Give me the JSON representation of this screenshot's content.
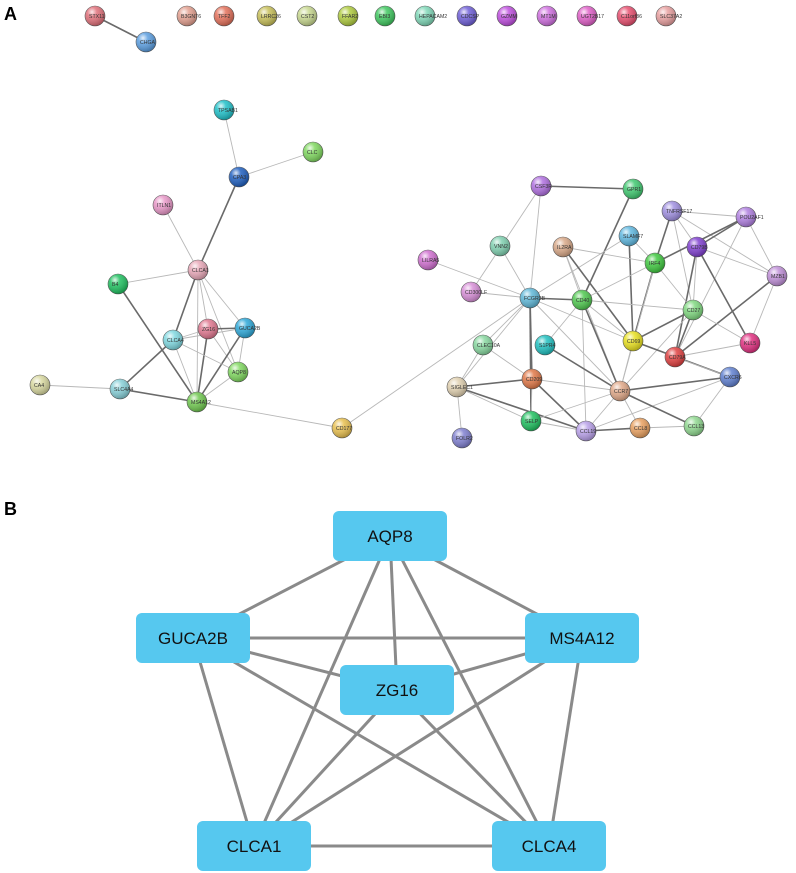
{
  "panel_a": {
    "letter": "A",
    "nodes": [
      {
        "id": "STX11",
        "label": "STX11",
        "color": "#e0707a"
      },
      {
        "id": "CHGA",
        "label": "CHGA",
        "color": "#5b9ee0"
      },
      {
        "id": "B3GNT6",
        "label": "B3GNT6",
        "color": "#e3a090"
      },
      {
        "id": "TFF2",
        "label": "TFF2",
        "color": "#e3705a"
      },
      {
        "id": "LRRC26",
        "label": "LRRC26",
        "color": "#c8c05a"
      },
      {
        "id": "CST2",
        "label": "CST2",
        "color": "#c8d890"
      },
      {
        "id": "FFAR2",
        "label": "FFAR2",
        "color": "#b0cc40"
      },
      {
        "id": "EBI3",
        "label": "EBI3",
        "color": "#40c860"
      },
      {
        "id": "HEPACAM2",
        "label": "HEPACAM2",
        "color": "#80d8b8"
      },
      {
        "id": "CDCSP",
        "label": "CDCSP",
        "color": "#7060d8"
      },
      {
        "id": "GZMM",
        "label": "GZMM",
        "color": "#c050e0"
      },
      {
        "id": "MT1M",
        "label": "MT1M",
        "color": "#d070e0"
      },
      {
        "id": "UGT2B17",
        "label": "UGT2B17",
        "color": "#e060c8"
      },
      {
        "id": "C11orf86",
        "label": "C11orf86",
        "color": "#e85070"
      },
      {
        "id": "SLC37A2",
        "label": "SLC37A2",
        "color": "#e8a0a0"
      },
      {
        "id": "TPSAB1",
        "label": "TPSAB1",
        "color": "#20c0c8"
      },
      {
        "id": "CLC",
        "label": "CLC",
        "color": "#80d860"
      },
      {
        "id": "CPA3",
        "label": "CPA3",
        "color": "#2060c0"
      },
      {
        "id": "ITLN1",
        "label": "ITLN1",
        "color": "#e898c8"
      },
      {
        "id": "CLCA1",
        "label": "CLCA1",
        "color": "#e8a8b8"
      },
      {
        "id": "B4",
        "label": "B4",
        "color": "#20c060"
      },
      {
        "id": "ZG16",
        "label": "ZG16",
        "color": "#e07890"
      },
      {
        "id": "GUCA2B",
        "label": "GUCA2B",
        "color": "#2ea8d8"
      },
      {
        "id": "CLCA4",
        "label": "CLCA4",
        "color": "#80d8e0"
      },
      {
        "id": "AQP8",
        "label": "AQP8",
        "color": "#80d860"
      },
      {
        "id": "CA4",
        "label": "CA4",
        "color": "#d8d8a0"
      },
      {
        "id": "SLC4A4",
        "label": "SLC4A4",
        "color": "#88d0d8"
      },
      {
        "id": "MS4A12",
        "label": "MS4A12",
        "color": "#70c850"
      },
      {
        "id": "CD177",
        "label": "CD177",
        "color": "#e8c050"
      },
      {
        "id": "CSF3R",
        "label": "CSF3R",
        "color": "#b070e0"
      },
      {
        "id": "GPR1",
        "label": "GPR1",
        "color": "#40c870"
      },
      {
        "id": "TNFRSF17",
        "label": "TNFRSF17",
        "color": "#a090e0"
      },
      {
        "id": "POU2AF1",
        "label": "POU2AF1",
        "color": "#b080e0"
      },
      {
        "id": "SLAMF7",
        "label": "SLAMF7",
        "color": "#60b8e0"
      },
      {
        "id": "VNN2",
        "label": "VNN2",
        "color": "#80d0b0"
      },
      {
        "id": "IL2RA",
        "label": "IL2RA",
        "color": "#d8a888"
      },
      {
        "id": "CD79B",
        "label": "CD79B",
        "color": "#8040d0"
      },
      {
        "id": "LILRA5",
        "label": "LILRA5",
        "color": "#d070d0"
      },
      {
        "id": "IRF4",
        "label": "IRF4",
        "color": "#40c840"
      },
      {
        "id": "MZB1",
        "label": "MZB1",
        "color": "#c090d8"
      },
      {
        "id": "CD300LF",
        "label": "CD300LF",
        "color": "#d890d8"
      },
      {
        "id": "FCGR3B",
        "label": "FCGR3B",
        "color": "#60b8d8"
      },
      {
        "id": "CD40",
        "label": "CD40",
        "color": "#50c850"
      },
      {
        "id": "CD27",
        "label": "CD27",
        "color": "#80d880"
      },
      {
        "id": "CLEC10A",
        "label": "CLEC10A",
        "color": "#88d8a0"
      },
      {
        "id": "S1PR4",
        "label": "S1PR4",
        "color": "#20c0c0"
      },
      {
        "id": "CD69",
        "label": "CD69",
        "color": "#e8e020"
      },
      {
        "id": "KLL5",
        "label": "KLL5",
        "color": "#e03080"
      },
      {
        "id": "CD79A",
        "label": "CD79A",
        "color": "#e04040"
      },
      {
        "id": "CXCR6",
        "label": "CXCR6",
        "color": "#6080d0"
      },
      {
        "id": "SIGLEC1",
        "label": "SIGLEC1",
        "color": "#e0d0b0"
      },
      {
        "id": "CD209",
        "label": "CD209",
        "color": "#e07848"
      },
      {
        "id": "CCR7",
        "label": "CCR7",
        "color": "#e0a888"
      },
      {
        "id": "SELP",
        "label": "SELP",
        "color": "#20c060"
      },
      {
        "id": "CCL19",
        "label": "CCL19",
        "color": "#b8a0e8"
      },
      {
        "id": "CCL8",
        "label": "CCL8",
        "color": "#e8a060"
      },
      {
        "id": "CCL13",
        "label": "CCL13",
        "color": "#90d890"
      },
      {
        "id": "FOLR2",
        "label": "FOLR2",
        "color": "#8080d0"
      }
    ],
    "edges": [
      [
        "STX11",
        "CHGA"
      ],
      [
        "TPSAB1",
        "CPA3"
      ],
      [
        "CPA3",
        "CLC"
      ],
      [
        "CPA3",
        "CLCA1"
      ],
      [
        "ITLN1",
        "CLCA1"
      ],
      [
        "B4",
        "CLCA1"
      ],
      [
        "B4",
        "MS4A12"
      ],
      [
        "CLCA1",
        "ZG16"
      ],
      [
        "CLCA1",
        "GUCA2B"
      ],
      [
        "CLCA1",
        "CLCA4"
      ],
      [
        "CLCA1",
        "AQP8"
      ],
      [
        "CLCA1",
        "MS4A12"
      ],
      [
        "ZG16",
        "GUCA2B"
      ],
      [
        "ZG16",
        "CLCA4"
      ],
      [
        "ZG16",
        "AQP8"
      ],
      [
        "ZG16",
        "MS4A12"
      ],
      [
        "GUCA2B",
        "CLCA4"
      ],
      [
        "GUCA2B",
        "AQP8"
      ],
      [
        "GUCA2B",
        "MS4A12"
      ],
      [
        "CLCA4",
        "AQP8"
      ],
      [
        "CLCA4",
        "MS4A12"
      ],
      [
        "CLCA4",
        "SLC4A4"
      ],
      [
        "AQP8",
        "MS4A12"
      ],
      [
        "CA4",
        "SLC4A4"
      ],
      [
        "SLC4A4",
        "MS4A12"
      ],
      [
        "MS4A12",
        "CD177"
      ],
      [
        "CD177",
        "FCGR3B"
      ],
      [
        "CSF3R",
        "GPR1"
      ],
      [
        "CSF3R",
        "FCGR3B"
      ],
      [
        "CSF3R",
        "CD300LF"
      ],
      [
        "GPR1",
        "CD40"
      ],
      [
        "TNFRSF17",
        "POU2AF1"
      ],
      [
        "TNFRSF17",
        "CD79B"
      ],
      [
        "TNFRSF17",
        "IRF4"
      ],
      [
        "TNFRSF17",
        "MZB1"
      ],
      [
        "TNFRSF17",
        "CD27"
      ],
      [
        "POU2AF1",
        "CD79B"
      ],
      [
        "POU2AF1",
        "MZB1"
      ],
      [
        "POU2AF1",
        "CD79A"
      ],
      [
        "POU2AF1",
        "IRF4"
      ],
      [
        "SLAMF7",
        "IRF4"
      ],
      [
        "SLAMF7",
        "FCGR3B"
      ],
      [
        "SLAMF7",
        "CD69"
      ],
      [
        "VNN2",
        "FCGR3B"
      ],
      [
        "IL2RA",
        "CD40"
      ],
      [
        "IL2RA",
        "CD69"
      ],
      [
        "IL2RA",
        "CCR7"
      ],
      [
        "IL2RA",
        "IRF4"
      ],
      [
        "CD79B",
        "CD79A"
      ],
      [
        "CD79B",
        "MZB1"
      ],
      [
        "CD79B",
        "CD27"
      ],
      [
        "CD79B",
        "KLL5"
      ],
      [
        "LILRA5",
        "FCGR3B"
      ],
      [
        "IRF4",
        "CD40"
      ],
      [
        "IRF4",
        "CD69"
      ],
      [
        "IRF4",
        "CD27"
      ],
      [
        "IRF4",
        "CCR7"
      ],
      [
        "MZB1",
        "CD79A"
      ],
      [
        "MZB1",
        "KLL5"
      ],
      [
        "CD300LF",
        "FCGR3B"
      ],
      [
        "FCGR3B",
        "CD40"
      ],
      [
        "FCGR3B",
        "CLEC10A"
      ],
      [
        "FCGR3B",
        "SIGLEC1"
      ],
      [
        "FCGR3B",
        "CD209"
      ],
      [
        "FCGR3B",
        "CD69"
      ],
      [
        "FCGR3B",
        "CCR7"
      ],
      [
        "FCGR3B",
        "SELP"
      ],
      [
        "CD40",
        "CD27"
      ],
      [
        "CD40",
        "CD69"
      ],
      [
        "CD40",
        "CCR7"
      ],
      [
        "CD40",
        "S1PR4"
      ],
      [
        "CD40",
        "CCL19"
      ],
      [
        "CD27",
        "CD69"
      ],
      [
        "CD27",
        "CCR7"
      ],
      [
        "CD27",
        "KLL5"
      ],
      [
        "CD27",
        "CD79A"
      ],
      [
        "CLEC10A",
        "SIGLEC1"
      ],
      [
        "CLEC10A",
        "CD209"
      ],
      [
        "S1PR4",
        "CCR7"
      ],
      [
        "CD69",
        "CCR7"
      ],
      [
        "CD69",
        "CD79A"
      ],
      [
        "CD69",
        "CXCR6"
      ],
      [
        "CD79A",
        "KLL5"
      ],
      [
        "CD79A",
        "CXCR6"
      ],
      [
        "CXCR6",
        "CCR7"
      ],
      [
        "CXCR6",
        "CCL19"
      ],
      [
        "CXCR6",
        "CCL13"
      ],
      [
        "SIGLEC1",
        "CD209"
      ],
      [
        "SIGLEC1",
        "FOLR2"
      ],
      [
        "SIGLEC1",
        "SELP"
      ],
      [
        "SIGLEC1",
        "CCL19"
      ],
      [
        "CD209",
        "CCR7"
      ],
      [
        "CD209",
        "SELP"
      ],
      [
        "CD209",
        "CCL19"
      ],
      [
        "CCR7",
        "CCL19"
      ],
      [
        "CCR7",
        "CCL8"
      ],
      [
        "CCR7",
        "CCL13"
      ],
      [
        "CCR7",
        "SELP"
      ],
      [
        "SELP",
        "CCL19"
      ],
      [
        "CCL19",
        "CCL8"
      ],
      [
        "CCL8",
        "CCL13"
      ]
    ]
  },
  "panel_b": {
    "letter": "B",
    "nodes": [
      {
        "id": "AQP8",
        "label": "AQP8"
      },
      {
        "id": "GUCA2B",
        "label": "GUCA2B"
      },
      {
        "id": "MS4A12",
        "label": "MS4A12"
      },
      {
        "id": "ZG16",
        "label": "ZG16"
      },
      {
        "id": "CLCA1",
        "label": "CLCA1"
      },
      {
        "id": "CLCA4",
        "label": "CLCA4"
      }
    ],
    "box_color": "#56c8ef",
    "edge_color": "#8a8a8a"
  }
}
